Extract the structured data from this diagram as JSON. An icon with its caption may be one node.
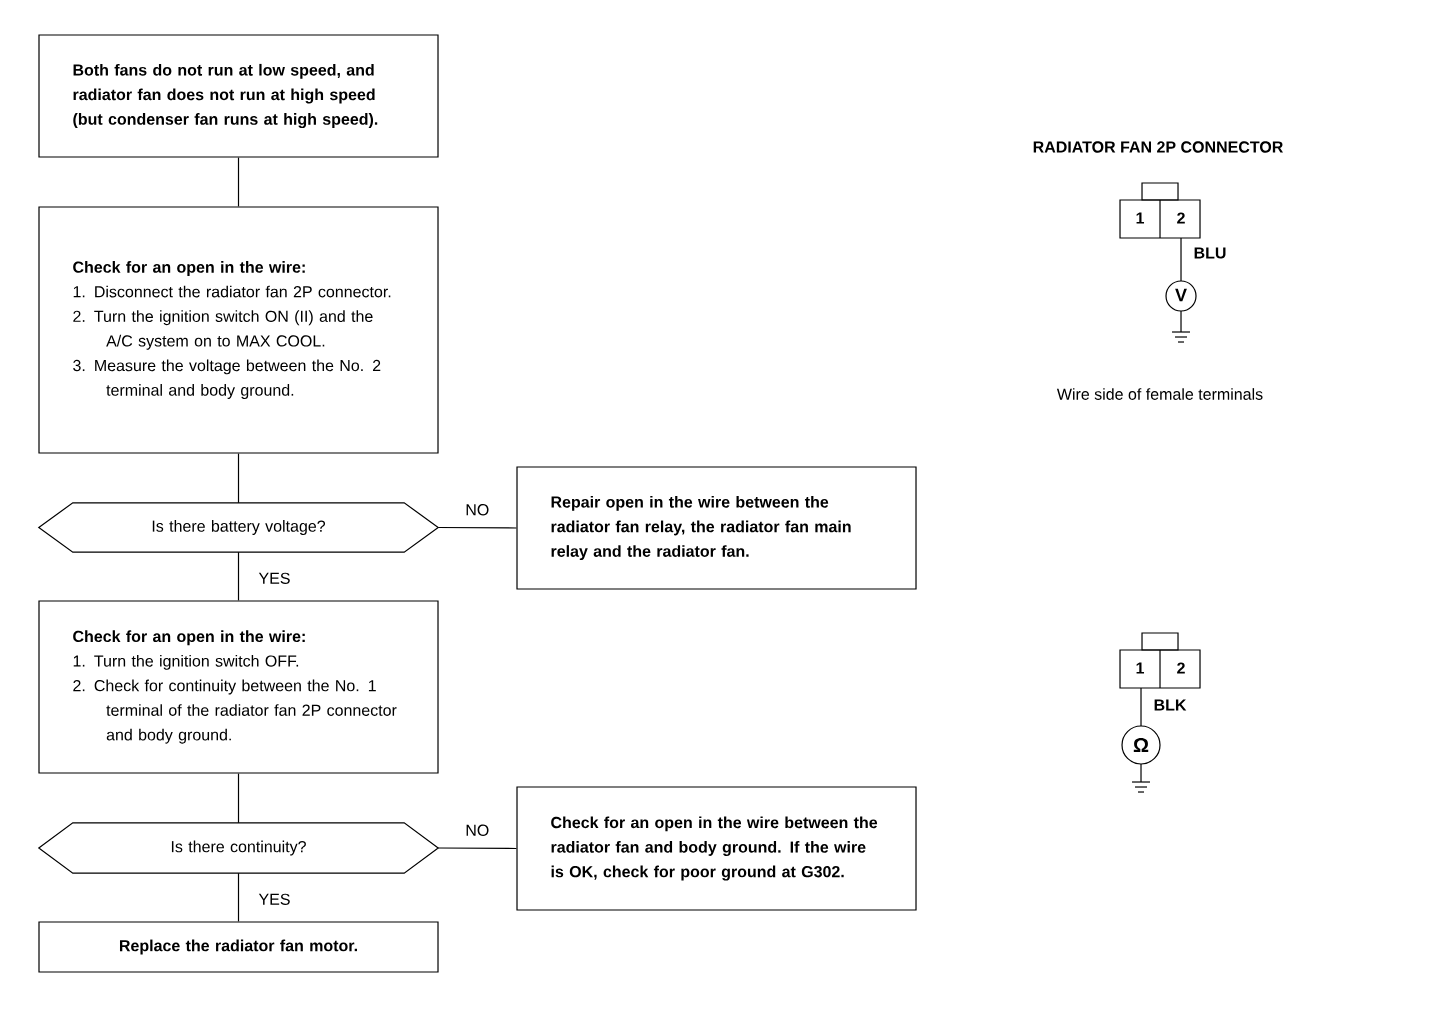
{
  "diagram": {
    "nodes": [
      {
        "text": [
          "Both fans do not run at low speed, and radiator fan does not run at high speed (but condenser fan runs at high speed)."
        ]
      },
      {
        "text": [
          "Check for an open in the wire:",
          "1. Disconnect the radiator fan 2P connector.",
          "2. Turn the ignition switch ON (II) and the A/C system on to MAX COOL.",
          "3. Measure the voltage between the No. 2 terminal and body ground."
        ]
      },
      {
        "text": [
          "Is there battery voltage?"
        ]
      },
      {
        "text": [
          "Repair open in the wire between the radiator fan relay, the radiator fan main relay and the radiator fan."
        ]
      },
      {
        "text": [
          "Check for an open in the wire:",
          "1. Turn the ignition switch OFF.",
          "2. Check for continuity between the No. 1 terminal of the radiator fan 2P connector and body ground."
        ]
      },
      {
        "text": [
          "Is there continuity?"
        ]
      },
      {
        "text": [
          "Check for an open in the wire between the radiator fan and body ground. If the wire is OK, check for poor ground at G302."
        ]
      },
      {
        "text": [
          "Replace the radiator fan motor."
        ]
      }
    ],
    "edges": [
      {
        "from": 0,
        "to": 1,
        "arrow": "none"
      },
      {
        "from": 1,
        "to": 2,
        "arrow": "none"
      },
      {
        "from": 2,
        "to": 3,
        "arrow": "none",
        "label": "NO"
      },
      {
        "from": 2,
        "to": 4,
        "arrow": "none",
        "label": "YES"
      },
      {
        "from": 4,
        "to": 5,
        "arrow": "none"
      },
      {
        "from": 5,
        "to": 6,
        "arrow": "none",
        "label": "NO"
      },
      {
        "from": 5,
        "to": 7,
        "arrow": "none",
        "label": "YES"
      }
    ],
    "labels": [
      "RADIATOR FAN 2P CONNECTOR",
      "1",
      "2",
      "BLU",
      "V",
      "Wire side of female terminals",
      "1",
      "2",
      "BLK",
      "Ω"
    ]
  }
}
